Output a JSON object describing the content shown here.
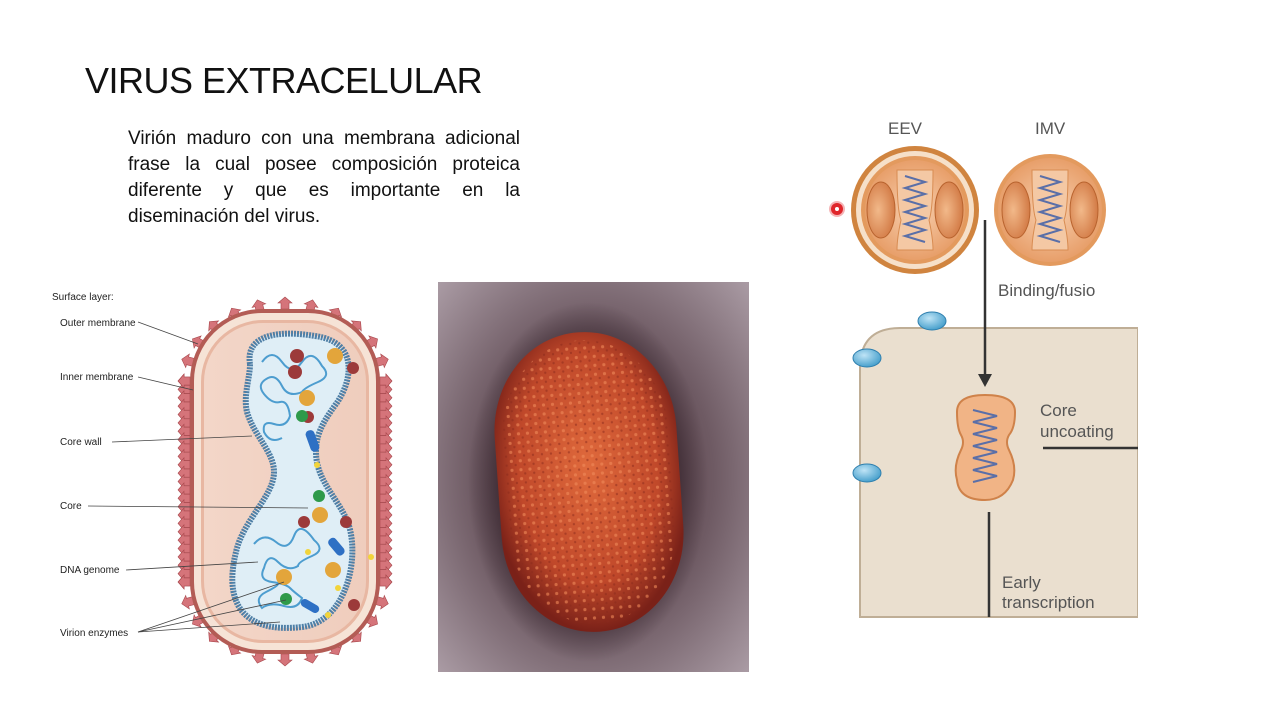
{
  "slide": {
    "title": "VIRUS EXTRACELULAR",
    "paragraph": "Virión maduro con una membrana adicional frase la cual posee composición proteica diferente y que es importante en la diseminación del virus."
  },
  "diagram_left": {
    "labels": {
      "surface": "Surface layer:",
      "outer": "Outer membrane",
      "inner": "Inner membrane",
      "core_wall": "Core wall",
      "core": "Core",
      "dna": "DNA genome",
      "enzymes": "Virion enzymes"
    }
  },
  "diagram_right": {
    "labels": {
      "eev": "EEV",
      "imv": "IMV",
      "binding": "Binding/fusio",
      "core1": "Core",
      "core2": "uncoating",
      "early1": "Early",
      "early2": "transcription"
    }
  }
}
